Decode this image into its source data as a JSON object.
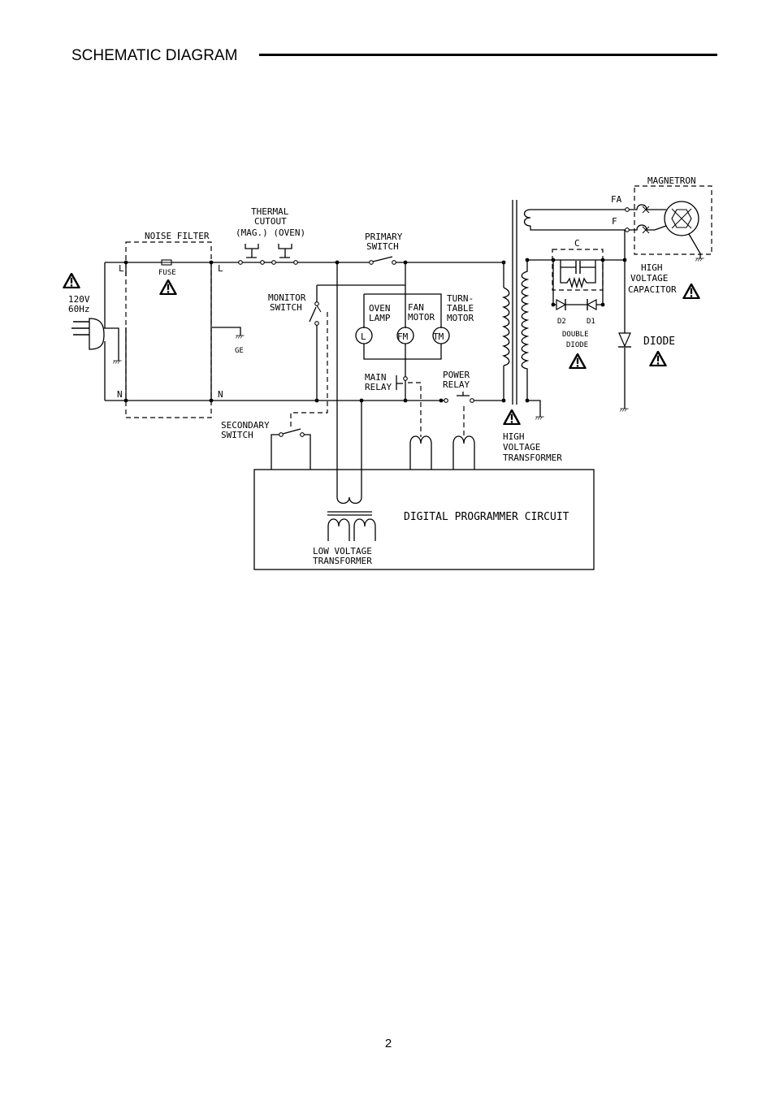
{
  "header": {
    "title": "SCHEMATIC DIAGRAM"
  },
  "labels": {
    "noise_filter": "NOISE FILTER",
    "fuse": "FUSE",
    "l_left": "L",
    "l_right": "L",
    "n_left": "N",
    "n_right": "N",
    "voltage": "120V",
    "frequency": "60Hz",
    "ge": "GE",
    "thermal": "THERMAL",
    "cutout": "CUTOUT",
    "mag_oven": "(MAG.) (OVEN)",
    "primary": "PRIMARY",
    "switch_primary": "SWITCH",
    "monitor": "MONITOR",
    "switch_monitor": "SWITCH",
    "oven": "OVEN",
    "lamp": "LAMP",
    "fan": "FAN",
    "motor_fan": "MOTOR",
    "turn": "TURN-",
    "table": "TABLE",
    "motor_tt": "MOTOR",
    "lamp_symbol": "L",
    "fan_symbol": "FM",
    "tt_symbol": "TM",
    "main": "MAIN",
    "relay_main": "RELAY",
    "power": "POWER",
    "relay_power": "RELAY",
    "secondary": "SECONDARY",
    "switch_secondary": "SWITCH",
    "high_hvt": "HIGH",
    "voltage_hvt": "VOLTAGE",
    "transformer_hvt": "TRANSFORMER",
    "magnetron": "MAGNETRON",
    "fa": "FA",
    "f": "F",
    "cap_c": "C",
    "high_cap": "HIGH",
    "voltage_cap": "VOLTAGE",
    "capacitor": "CAPACITOR",
    "d2": "D2",
    "d1": "D1",
    "double": "DOUBLE",
    "diode_double": "DIODE",
    "diode": "DIODE",
    "digital_programmer": "DIGITAL PROGRAMMER CIRCUIT",
    "low_voltage": "LOW VOLTAGE",
    "transformer_lv": "TRANSFORMER"
  },
  "warning_symbols": [
    "warning-triangle-icon"
  ],
  "page_number": "2"
}
